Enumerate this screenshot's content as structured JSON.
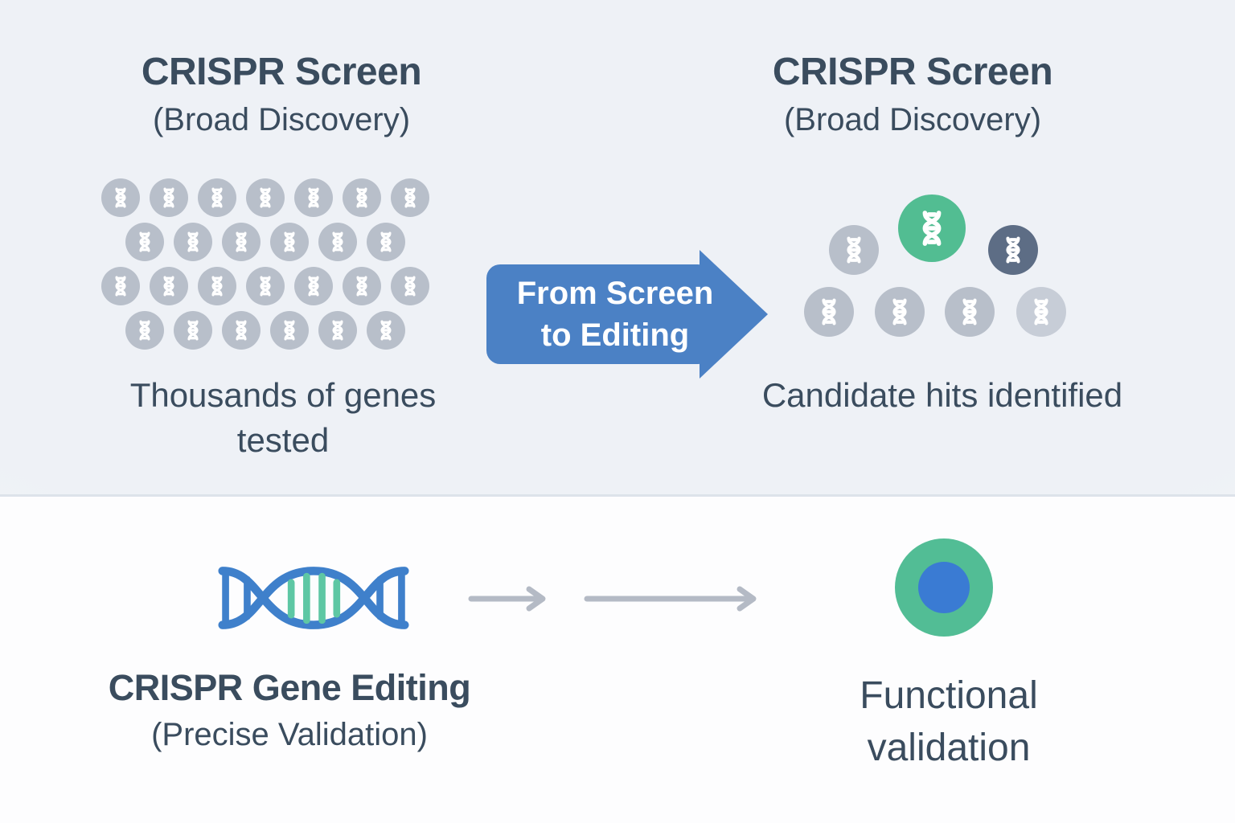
{
  "top_section": {
    "left": {
      "title": "CRISPR Screen",
      "subtitle": "(Broad Discovery)",
      "caption": "Thousands of genes tested",
      "gene_grid_rows": [
        7,
        6,
        7,
        6
      ]
    },
    "arrow": {
      "label": "From Screen to Editing"
    },
    "right": {
      "title": "CRISPR Screen",
      "subtitle": "(Broad Discovery)",
      "caption": "Candidate hits identified",
      "cluster_variants": [
        "muted",
        "highlight",
        "dark",
        "muted",
        "muted",
        "muted",
        "muted_light"
      ]
    }
  },
  "bottom_section": {
    "left": {
      "title": "CRISPR Gene Editing",
      "subtitle": "(Precise Validation)"
    },
    "right": {
      "caption": "Functional validation"
    }
  },
  "icons": {
    "gene": "dna-circle-icon",
    "helix": "dna-helix-icon",
    "cell": "cell-icon",
    "flow": "arrow-right-icon"
  },
  "colors": {
    "top_background": "#eef1f6",
    "bottom_background": "#fdfdfe",
    "divider": "#dde3ea",
    "heading_text": "#3a4c5e",
    "arrow_blue": "#4b81c5",
    "arrow_text": "#ffffff",
    "gene_muted": "#b8bfca",
    "gene_muted_light": "#c7cdd7",
    "hit_green": "#52bd92",
    "hit_dark": "#5d6d85",
    "helix_blue": "#3f80cb",
    "helix_rung_green": "#5ec7a4",
    "flow_arrow_gray": "#b4bac5",
    "cell_outer_green": "#52bd95",
    "cell_inner_blue": "#3a7bd3"
  }
}
